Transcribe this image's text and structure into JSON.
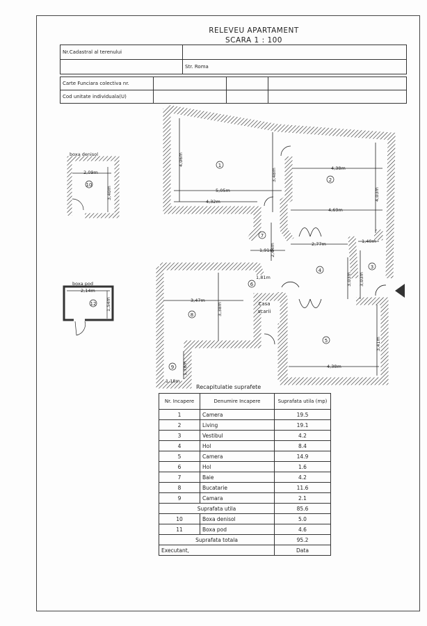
{
  "header": {
    "title": "RELEVEU APARTAMENT",
    "scale": "SCARA 1 : 100"
  },
  "info_table": {
    "cadastral_label": "Nr.Cadastral al terenului",
    "address": "Str. Roma",
    "carte_funciara_label": "Carte Funciara colectiva nr.",
    "cod_unitate_label": "Cod unitate individuala(U)"
  },
  "plan": {
    "rooms": [
      "1",
      "2",
      "3",
      "4",
      "5",
      "6",
      "7",
      "8",
      "9"
    ],
    "stair_label": [
      "Casa",
      "scarii"
    ],
    "dims": {
      "r1_h": "4,06m",
      "r1_w1": "5,05m",
      "r1_w2": "4,32m",
      "r1_h2": "3,48m",
      "r2_w": "4,38m",
      "r2_h": "4,03m",
      "r2_w2": "4,69m",
      "r7_h": "2,44m",
      "r7_w": "1,91m",
      "r4_w": "2,77m",
      "r3_w": "1,40m",
      "r4_h": "3,03m",
      "r3_h": "3,03m",
      "r6_w": "1,81m",
      "r8_w": "3,47m",
      "r8_h": "3,38m",
      "r5_h": "3,41m",
      "r5_w": "4,38m",
      "r9_h": "1,78m",
      "r9_w": "1,18m"
    }
  },
  "boxa_denisol": {
    "title": "boxa denisol",
    "number": "10",
    "w": "2,09m",
    "h": "3,40m"
  },
  "boxa_pod": {
    "title": "boxa pod",
    "number": "12",
    "w": "2,14m",
    "h": "1,54m"
  },
  "recap": {
    "title": "Recapitulatie suprafete",
    "headers": [
      "Nr. Incapere",
      "Denumire Incapere",
      "Suprafata utila (mp)"
    ],
    "rows": [
      {
        "nr": "1",
        "name": "Camera",
        "area": "19.5"
      },
      {
        "nr": "2",
        "name": "Living",
        "area": "19.1"
      },
      {
        "nr": "3",
        "name": "Vestibul",
        "area": "4.2"
      },
      {
        "nr": "4",
        "name": "Hol",
        "area": "8.4"
      },
      {
        "nr": "5",
        "name": "Camera",
        "area": "14.9"
      },
      {
        "nr": "6",
        "name": "Hol",
        "area": "1.6"
      },
      {
        "nr": "7",
        "name": "Baie",
        "area": "4.2"
      },
      {
        "nr": "8",
        "name": "Bucatarie",
        "area": "11.6"
      },
      {
        "nr": "9",
        "name": "Camara",
        "area": "2.1"
      }
    ],
    "useful_label": "Suprafata utila",
    "useful_value": "85.6",
    "extra_rows": [
      {
        "nr": "10",
        "name": "Boxa denisol",
        "area": "5.0"
      },
      {
        "nr": "11",
        "name": "Boxa pod",
        "area": "4.6"
      }
    ],
    "total_label": "Suprafata totala",
    "total_value": "95.2",
    "executant_label": "Executant,",
    "date_label": "Data"
  }
}
